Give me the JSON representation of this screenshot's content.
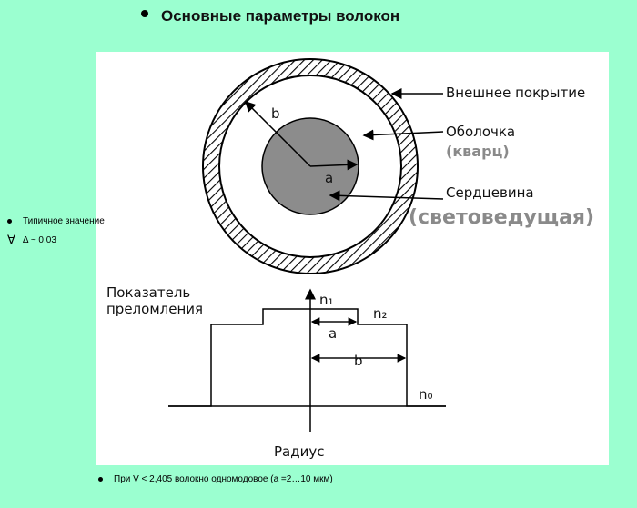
{
  "title": "Основные параметры волокон",
  "side_note": {
    "line1": "Типичное значение",
    "line2_symbol": "∀",
    "line2_text": "Δ ~ 0,03"
  },
  "bottom_note": "При V < 2,405 волокно одномодовое (a =2…10 мкм)",
  "cross_section": {
    "labels": {
      "outer_coating": "Внешнее покрытие",
      "cladding": "Оболочка",
      "cladding_material": "(кварц)",
      "core": "Сердцевина",
      "core_property": "(световедущая)",
      "radius_b": "b",
      "radius_a": "a"
    }
  },
  "profile": {
    "ylabel_line1": "Показатель",
    "ylabel_line2": "преломления",
    "xlabel": "Радиус",
    "n1": "n₁",
    "n2": "n₂",
    "n0": "n₀",
    "a": "a",
    "b": "b"
  },
  "colors": {
    "background": "#9bffd0",
    "panel": "#ffffff",
    "core_fill": "#8c8c8c",
    "annotation_gray": "#8a8a8a"
  }
}
